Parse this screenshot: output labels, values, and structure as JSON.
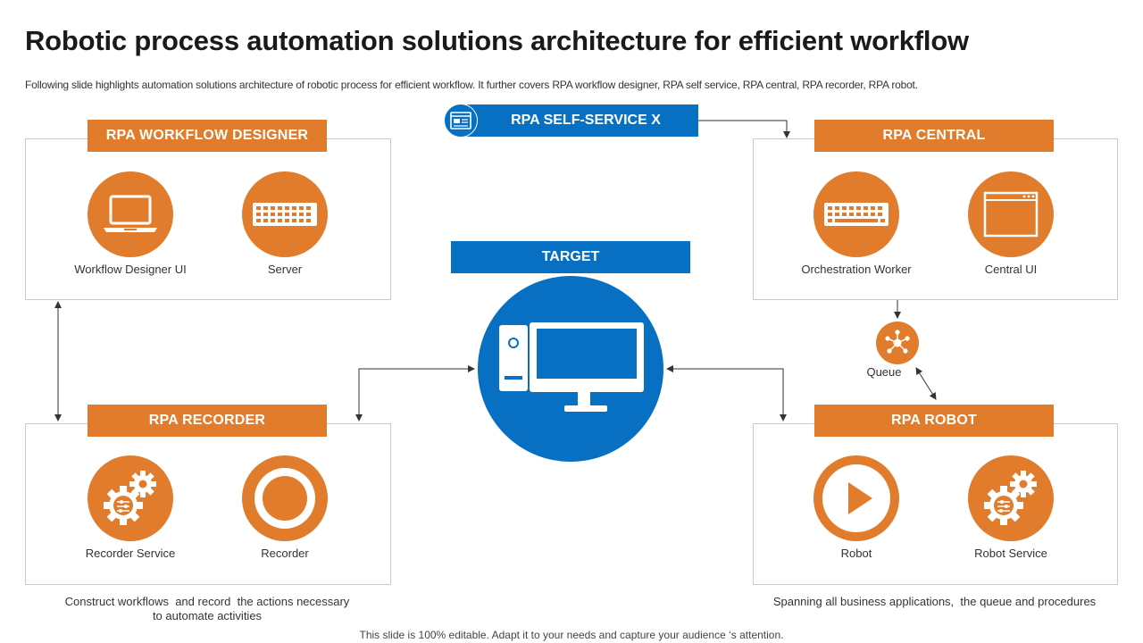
{
  "title": "Robotic process automation solutions architecture for efficient workflow",
  "subtitle": "Following slide highlights automation solutions architecture of robotic process for efficient workflow. It further covers RPA workflow designer, RPA self service, RPA central, RPA recorder, RPA robot.",
  "workflow_designer": {
    "header": "RPA WORKFLOW DESIGNER",
    "left_label": "Workflow Designer UI",
    "right_label": "Server"
  },
  "self_service": {
    "label": "RPA SELF-SERVICE X"
  },
  "central": {
    "header": "RPA CENTRAL",
    "left_label": "Orchestration Worker",
    "right_label": "Central UI"
  },
  "target": {
    "label": "TARGET"
  },
  "queue": {
    "label": "Queue"
  },
  "recorder": {
    "header": "RPA RECORDER",
    "left_label": "Recorder Service",
    "right_label": "Recorder"
  },
  "robot": {
    "header": "RPA ROBOT",
    "left_label": "Robot",
    "right_label": "Robot Service"
  },
  "notes": {
    "left_line1": "Construct workflows  and record  the actions necessary",
    "left_line2": "to automate activities",
    "right": "Spanning all business applications,  the queue and procedures"
  },
  "footer": "This slide is 100% editable. Adapt it to your needs and capture your audience ‘s attention.",
  "colors": {
    "orange": "#e07c2b",
    "blue": "#0770c2"
  },
  "icons": [
    "laptop-icon",
    "server-icon",
    "self-service-icon",
    "keyboard-icon",
    "browser-window-icon",
    "desktop-computer-icon",
    "network-hub-icon",
    "gears-icon",
    "target-icon",
    "play-icon"
  ]
}
